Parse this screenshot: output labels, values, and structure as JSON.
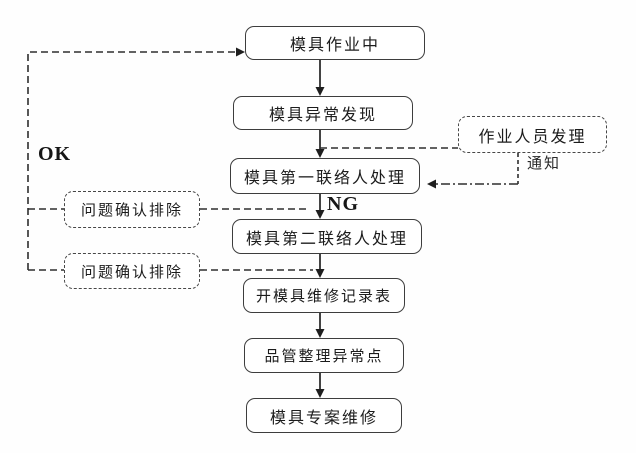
{
  "diagram_type": "flowchart",
  "nodes": {
    "mold_working": "模具作业中",
    "abnormal_found": "模具异常发现",
    "first_contact": "模具第一联络人处理",
    "second_contact": "模具第二联络人处理",
    "repair_record": "开模具维修记录表",
    "qc_summary": "品管整理异常点",
    "special_repair": "模具专案维修",
    "operator_handle": "作业人员发理",
    "problem_resolved_1": "问题确认排除",
    "problem_resolved_2": "问题确认排除"
  },
  "edge_labels": {
    "ok": "OK",
    "ng": "NG",
    "notify": "通知"
  },
  "edges": [
    {
      "from": "mold_working",
      "to": "abnormal_found",
      "style": "solid-arrow"
    },
    {
      "from": "abnormal_found",
      "to": "first_contact",
      "style": "solid-arrow"
    },
    {
      "from": "first_contact",
      "to": "second_contact",
      "style": "solid-arrow",
      "label": "NG"
    },
    {
      "from": "second_contact",
      "to": "repair_record",
      "style": "solid-arrow"
    },
    {
      "from": "repair_record",
      "to": "qc_summary",
      "style": "solid-arrow"
    },
    {
      "from": "qc_summary",
      "to": "special_repair",
      "style": "solid-arrow"
    },
    {
      "from": "abnormal_found",
      "to": "operator_handle",
      "style": "dashed"
    },
    {
      "from": "operator_handle",
      "to": "first_contact",
      "style": "dash-dot-arrow",
      "label": "通知"
    },
    {
      "from": "first_contact",
      "to": "problem_resolved_1",
      "style": "dashed"
    },
    {
      "from": "second_contact",
      "to": "problem_resolved_2",
      "style": "dashed"
    },
    {
      "from": "problem_resolved_1",
      "to": "mold_working",
      "style": "dashed-arrow",
      "label": "OK"
    },
    {
      "from": "problem_resolved_2",
      "to": "mold_working",
      "style": "dashed-arrow",
      "label": "OK"
    }
  ],
  "colors": {
    "line": "#2e2e2e",
    "box_border": "#3d3d3d",
    "background": "#fefefe",
    "text": "#1c1c1c"
  }
}
